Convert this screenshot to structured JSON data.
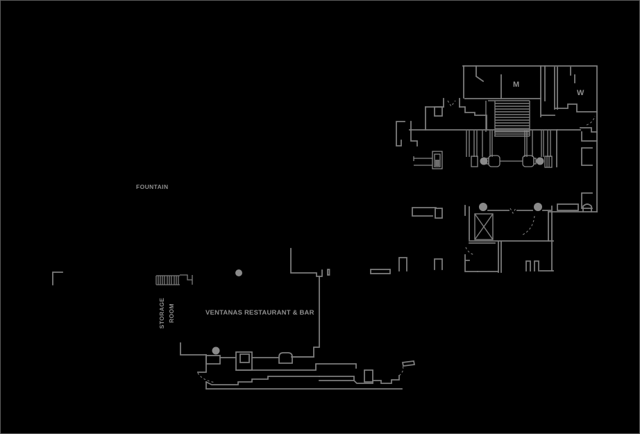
{
  "canvas": {
    "background": "#000000",
    "border_color": "#5f5f5f"
  },
  "plan": {
    "wall_color": "#7d7d7d",
    "fixture_color": "#8a8a8a",
    "text_color": "#8f8f8f",
    "labels": {
      "fountain": "FOUNTAIN",
      "storage_line1": "STORAGE",
      "storage_line2": "ROOM",
      "restaurant": "VENTANAS RESTAURANT & BAR",
      "mens": "M",
      "womens": "W"
    },
    "features": [
      "staircase-hatch",
      "small-stairs-hatch",
      "elevator-x-shaft",
      "column-dots",
      "restroom-fixtures",
      "door-swing-dashes",
      "terrace-step-outline"
    ]
  }
}
